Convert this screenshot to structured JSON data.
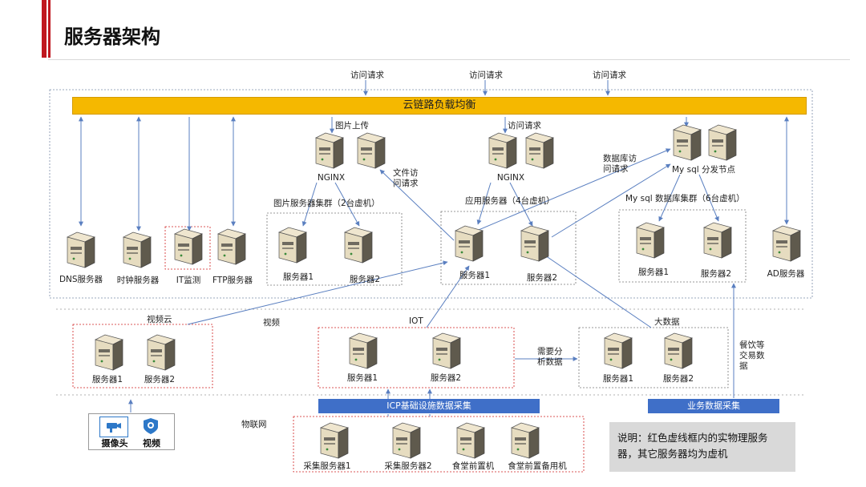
{
  "page": {
    "title": "服务器架构"
  },
  "top": {
    "requests": [
      "访问请求",
      "访问请求",
      "访问请求"
    ],
    "load_balancer": "云链路负载均衡"
  },
  "cloud": {
    "dns": "DNS服务器",
    "clock": "时钟服务器",
    "it": "IT监测",
    "ftp": "FTP服务器",
    "image_upload": "图片上传",
    "nginx1": "NGINX",
    "image_cluster": "图片服务器集群（2台虚机）",
    "img_server1": "服务器1",
    "img_server2": "服务器2",
    "file_access": "文件访问请求",
    "access2": "访问请求",
    "nginx2": "NGINX",
    "app_cluster": "应用服务器（4台虚机）",
    "app_server1": "服务器1",
    "app_server2": "服务器2",
    "db_access": "数据库访问请求",
    "mysql_node": "My sql 分发节点",
    "mysql_cluster": "My sql 数据库集群（6台虚机）",
    "db_server1": "服务器1",
    "db_server2": "服务器2",
    "ad": "AD服务器"
  },
  "middle": {
    "video_cloud": "视频云",
    "video": "视频",
    "iot": "IOT",
    "bigdata": "大数据",
    "vc_server1": "服务器1",
    "vc_server2": "服务器2",
    "iot_server1": "服务器1",
    "iot_server2": "服务器2",
    "need_analyze": "需要分析数据",
    "bd_server1": "服务器1",
    "bd_server2": "服务器2",
    "catering": "餐饮等交易数据"
  },
  "bottom": {
    "icp": "ICP基础设施数据采集",
    "biz": "业务数据采集",
    "camera": "摄像头",
    "video": "视频",
    "iot_net": "物联网",
    "collect1": "采集服务器1",
    "collect2": "采集服务器2",
    "canteen": "食堂前置机",
    "canteen_backup": "食堂前置备用机"
  },
  "note": {
    "text": "说明：红色虚线框内的实物理服务器，其它服务器均为虚机"
  },
  "colors": {
    "accent_red": "#c0181f",
    "load_balancer": "#f5b800",
    "bar_blue": "#3f6fc8",
    "arrow_blue": "#5a7fc0"
  }
}
